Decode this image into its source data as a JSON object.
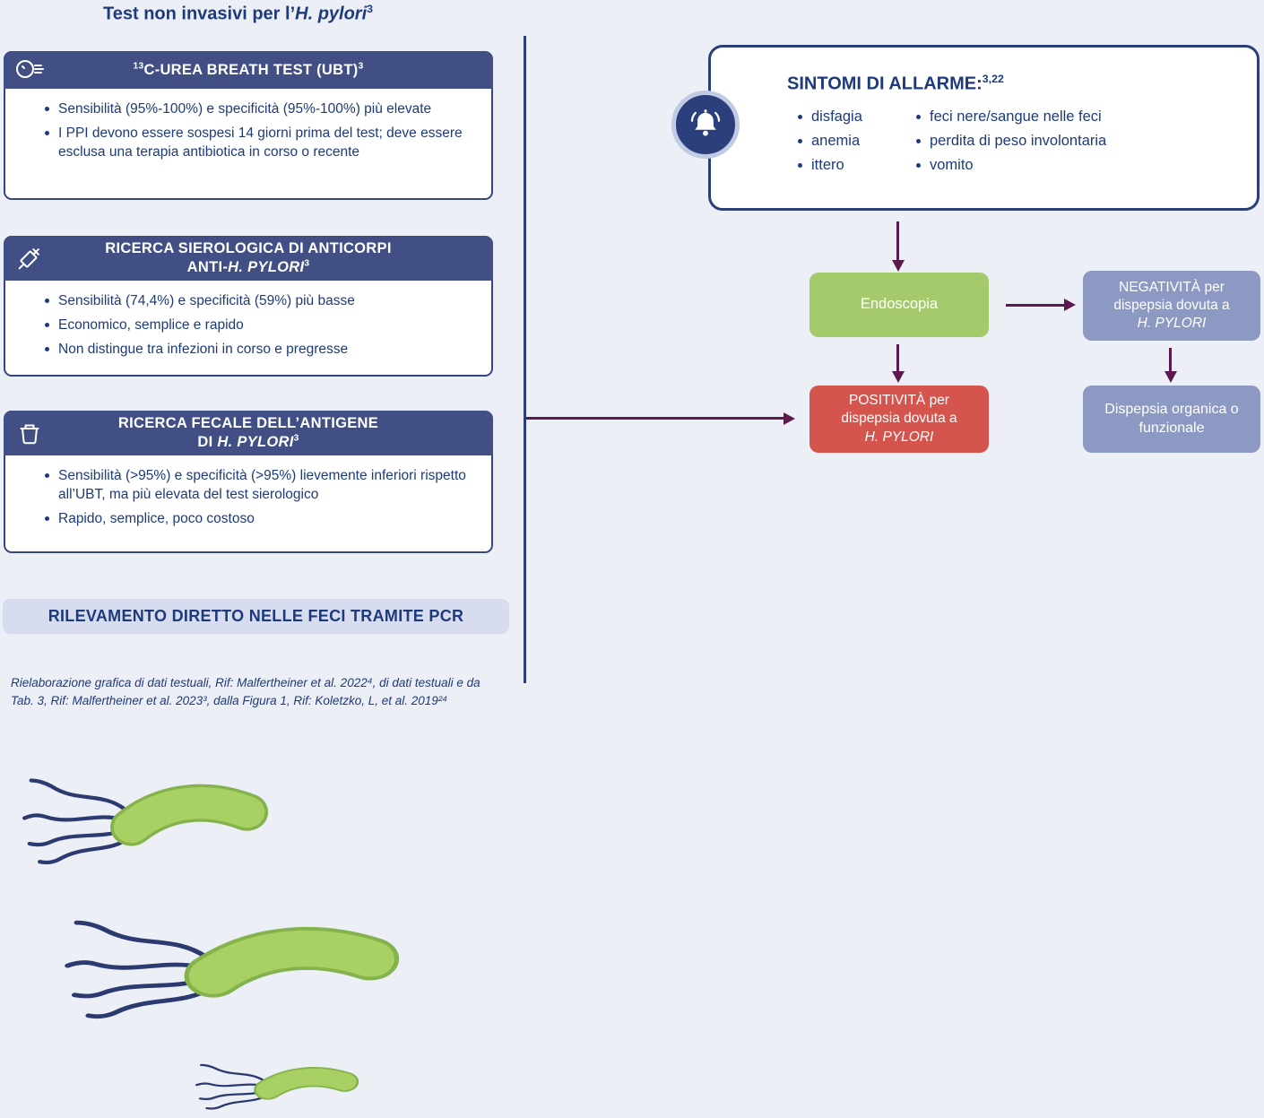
{
  "page": {
    "title_prefix": "Test non invasivi per l’",
    "title_italic": "H. pylori",
    "title_sup": "3"
  },
  "colors": {
    "background": "#edeff7",
    "header_blue": "#414f85",
    "border_navy": "#35477f",
    "text_navy": "#1d3a7c",
    "green": "#a5ca6c",
    "red": "#d5554e",
    "slate": "#8c99c3",
    "arrow": "#5a1a4e",
    "pill_bg": "#d7ddef",
    "divider": "#2c3e78",
    "bell_circle": "#2b3f7d",
    "bell_ring": "#c2cbe4"
  },
  "cards": [
    {
      "icon": "breath-face-icon",
      "sup_prefix": "13",
      "title": "C-UREA BREATH TEST (UBT)",
      "title_sup": "3",
      "bullets": [
        "Sensibilità (95%-100%) e specificità (95%-100%) più elevate",
        "I PPI devono essere sospesi 14 giorni prima del test; deve essere esclusa una terapia antibiotica in corso o recente"
      ]
    },
    {
      "icon": "syringe-icon",
      "title_line1": "RICERCA SIEROLOGICA DI ANTICORPI",
      "title_line2_prefix": "ANTI-",
      "title_line2_italic": "H. PYLORI",
      "title_sup": "3",
      "bullets": [
        "Sensibilità (74,4%) e specificità (59%) più basse",
        "Economico, semplice e rapido",
        "Non distingue tra infezioni in corso e pregresse"
      ]
    },
    {
      "icon": "stool-container-icon",
      "title_line1": "RICERCA FECALE DELL’ANTIGENE",
      "title_line2_prefix": "DI ",
      "title_line2_italic": "H. PYLORI",
      "title_sup": "3",
      "bullets": [
        "Sensibilità (>95%) e specificità (>95%) lievemente inferiori rispetto all’UBT, ma più elevata del test sierologico",
        "Rapido, semplice, poco costoso"
      ]
    }
  ],
  "pcr_pill": {
    "label": "RILEVAMENTO DIRETTO NELLE FECI TRAMITE PCR"
  },
  "citation": {
    "text": "Rielaborazione grafica di dati testuali, Rif: Malfertheiner et al. 2022⁴, di dati testuali e da Tab. 3, Rif: Malfertheiner et al. 2023³, dalla Figura 1, Rif: Koletzko, L, et al. 2019²⁴"
  },
  "alarm": {
    "title": "SINTOMI DI ALLARME:",
    "title_sup": "3,22",
    "column1": [
      "disfagia",
      "anemia",
      "ittero"
    ],
    "column2": [
      "feci nere/sangue nelle feci",
      "perdita di peso involontaria",
      "vomito"
    ]
  },
  "flow": {
    "endoscopy": {
      "label": "Endoscopia"
    },
    "negativity": {
      "line1": "NEGATIVITÀ per",
      "line2": "dispepsia dovuta a",
      "line3_italic": "H. PYLORI"
    },
    "positivity": {
      "line1": "POSITIVITÀ per",
      "line2": "dispepsia dovuta a",
      "line3_italic": "H. PYLORI"
    },
    "dyspepsia": {
      "line1": "Dispepsia organica o",
      "line2": "funzionale"
    }
  }
}
